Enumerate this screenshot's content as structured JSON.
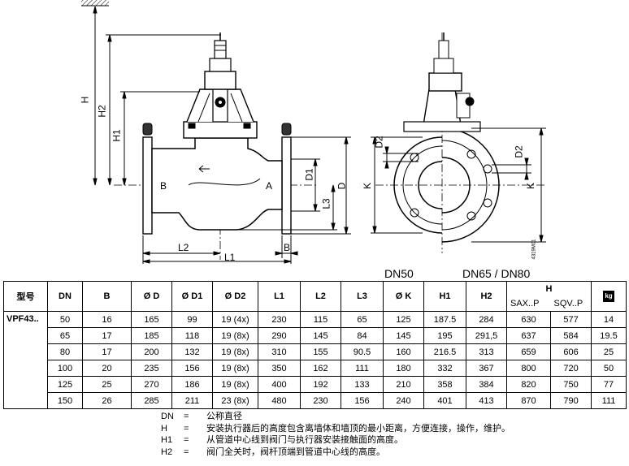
{
  "drawing": {
    "side_labels": {
      "H": "H",
      "H2": "H2",
      "H1": "H1",
      "D1": "D1",
      "L3": "L3",
      "D": "D",
      "L2": "L2",
      "L1": "L1",
      "B_bottom": "B",
      "port_B": "B",
      "port_A": "A"
    },
    "flange_labels": {
      "K_left": "K",
      "D2_left": "D2",
      "K_right": "K",
      "D2_right": "D2"
    },
    "figure_id": "4319M01",
    "captions": {
      "dn50": "DN50",
      "dn65_80": "DN65 / DN80"
    }
  },
  "table": {
    "headers": [
      "型号",
      "DN",
      "B",
      "Ø D",
      "Ø D1",
      "Ø D2",
      "L1",
      "L2",
      "L3",
      "Ø K",
      "H1",
      "H2",
      "H"
    ],
    "h_sub": [
      "SAX..P",
      "SQV..P"
    ],
    "weight_icon": "kg",
    "model": "VPF43..",
    "rows": [
      [
        "50",
        "16",
        "165",
        "99",
        "19 (4x)",
        "230",
        "115",
        "65",
        "125",
        "187.5",
        "284",
        "630",
        "577",
        "14"
      ],
      [
        "65",
        "17",
        "185",
        "118",
        "19 (8x)",
        "290",
        "145",
        "84",
        "145",
        "195",
        "291,5",
        "637",
        "584",
        "19.5"
      ],
      [
        "80",
        "17",
        "200",
        "132",
        "19 (8x)",
        "310",
        "155",
        "90.5",
        "160",
        "216.5",
        "313",
        "659",
        "606",
        "25"
      ],
      [
        "100",
        "20",
        "235",
        "156",
        "19 (8x)",
        "350",
        "162",
        "111",
        "180",
        "332",
        "367",
        "800",
        "720",
        "50"
      ],
      [
        "125",
        "25",
        "270",
        "186",
        "19 (8x)",
        "400",
        "192",
        "133",
        "210",
        "358",
        "384",
        "820",
        "750",
        "77"
      ],
      [
        "150",
        "26",
        "285",
        "211",
        "23 (8x)",
        "480",
        "230",
        "156",
        "240",
        "401",
        "413",
        "870",
        "790",
        "111"
      ]
    ]
  },
  "legend": [
    {
      "term": "DN",
      "eq": "=",
      "desc": "公称直径"
    },
    {
      "term": "H",
      "eq": "=",
      "desc": "安装执行器后的高度包含离墙体和墙顶的最小距离，方便连接，操作，维护。"
    },
    {
      "term": "H1",
      "eq": "=",
      "desc": "从管道中心线到阀门与执行器安装接触面的高度。"
    },
    {
      "term": "H2",
      "eq": "=",
      "desc": "阀门全关时，阀杆顶端到管道中心线的高度。"
    }
  ]
}
